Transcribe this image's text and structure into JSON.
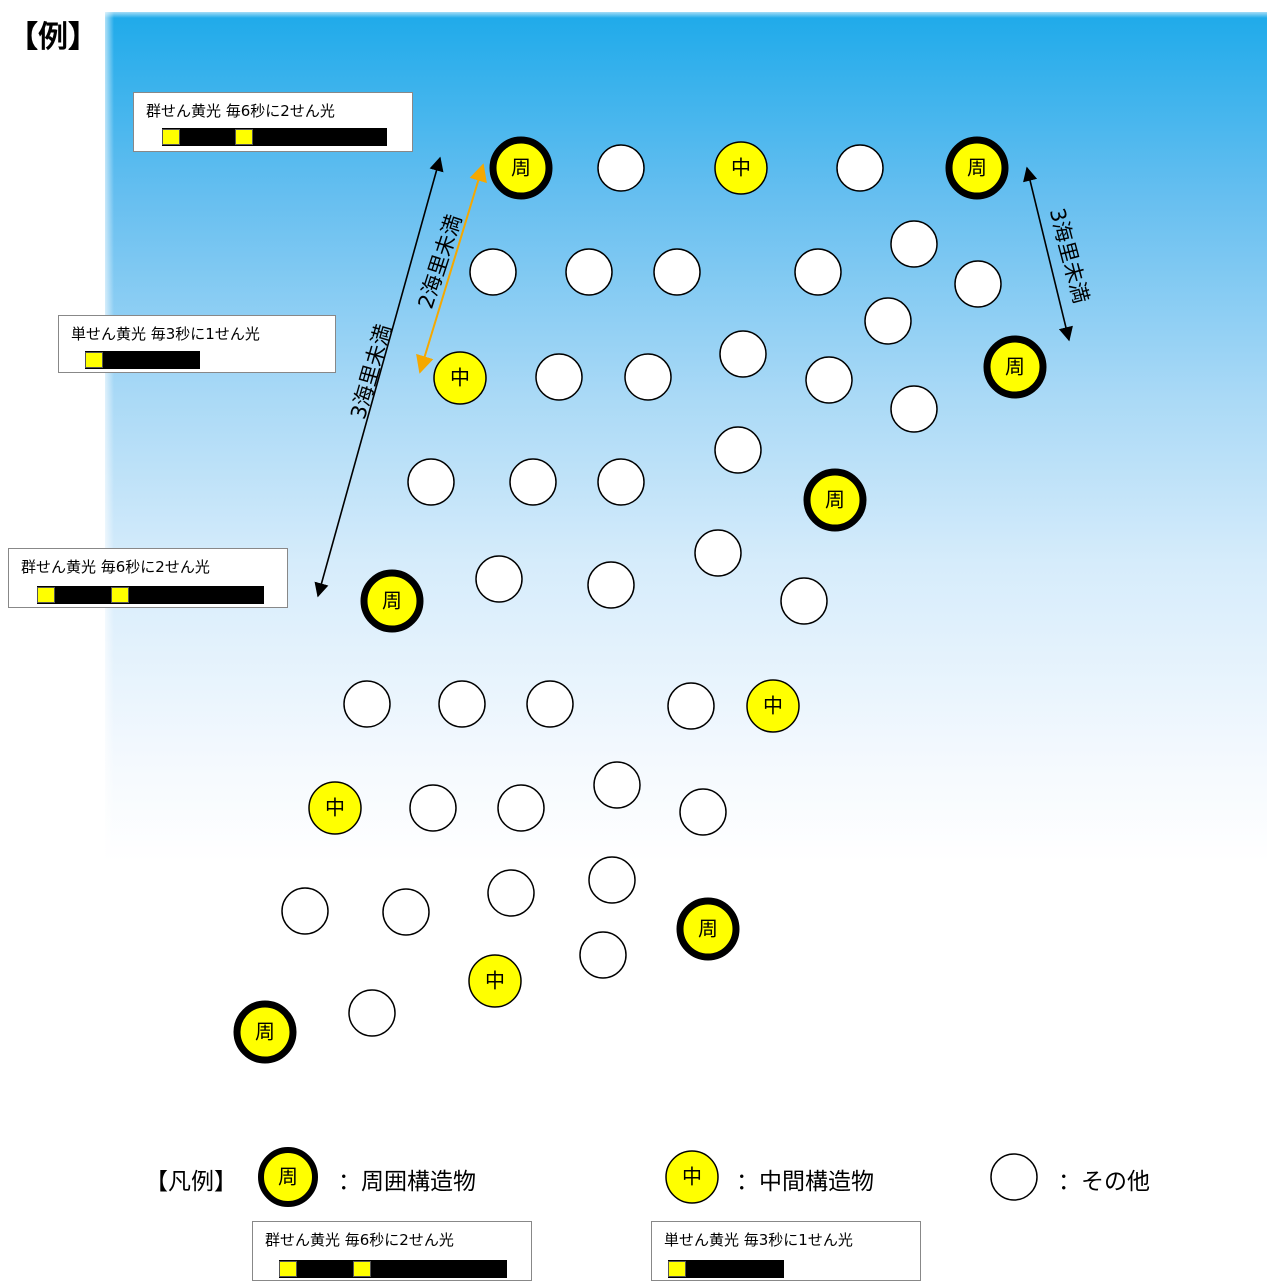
{
  "example_title": "【例】",
  "light_boxes": [
    {
      "label": "群せん黄光 毎6秒に2せん光",
      "flashes": 2
    },
    {
      "label": "単せん黄光 毎3秒に1せん光",
      "flashes": 1
    },
    {
      "label": "群せん黄光 毎6秒に2せん光",
      "flashes": 2
    },
    {
      "label": "群せん黄光 毎6秒に2せん光",
      "flashes": 2
    },
    {
      "label": "単せん黄光 毎3秒に1せん光",
      "flashes": 1
    }
  ],
  "distance_labels": {
    "left": "3海里未満",
    "middle": "2海里未満",
    "right": "3海里未満"
  },
  "markers": {
    "perimeter": "周",
    "intermediate": "中"
  },
  "legend": {
    "title": "【凡例】",
    "perimeter_label": "：周囲構造物",
    "intermediate_label": "：中間構造物",
    "other_label": "：その他"
  },
  "colors": {
    "marker_fill": "#ffff00",
    "perimeter_ring": "#000000",
    "distance_arrow": "#000000",
    "middle_arrow": "#f5a800"
  }
}
